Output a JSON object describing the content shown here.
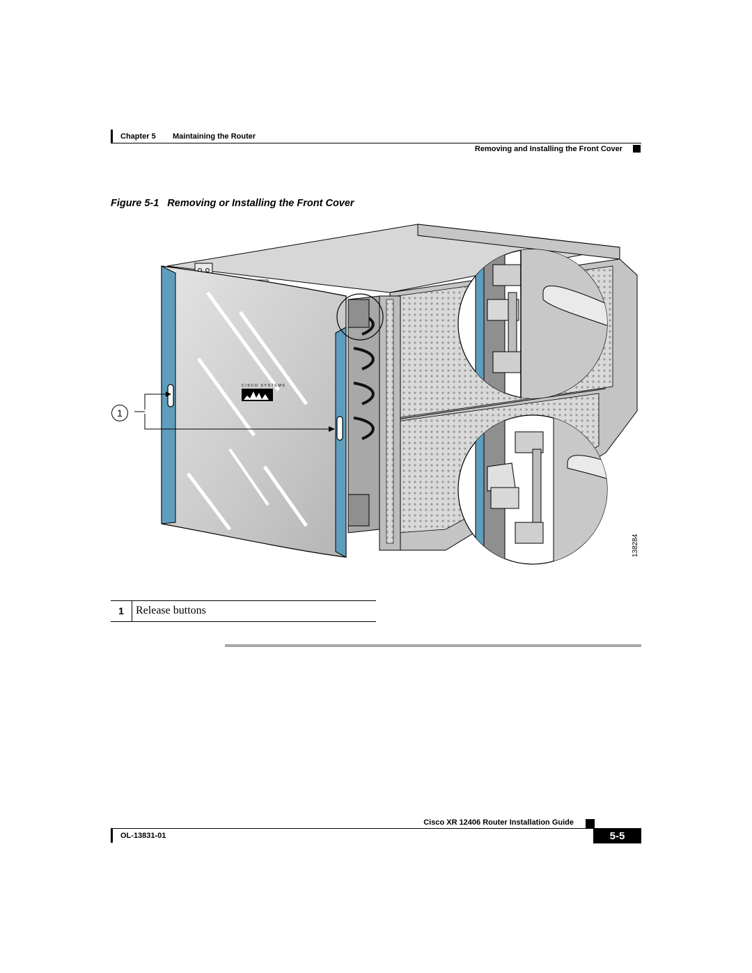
{
  "header": {
    "chapter": "Chapter 5",
    "chapter_title": "Maintaining the Router",
    "section_title": "Removing and Installing the Front Cover"
  },
  "figure": {
    "number": "Figure 5-1",
    "title": "Removing or Installing the Front Cover",
    "callout": "1",
    "logo_text": "CISCO SYSTEMS",
    "art_id": "138284"
  },
  "legend": {
    "rows": [
      {
        "num": "1",
        "label": "Release buttons"
      }
    ]
  },
  "footer": {
    "guide_title": "Cisco XR 12406 Router Installation Guide",
    "doc_id": "OL-13831-01",
    "page_number": "5-5"
  }
}
